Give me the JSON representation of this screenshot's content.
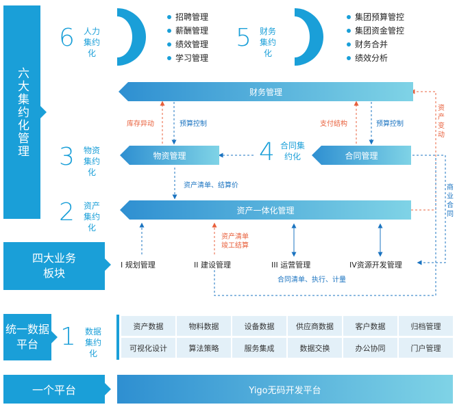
{
  "six": {
    "title": "六大集约化管理",
    "items": [
      {
        "num": "6",
        "label": "人力集约化",
        "subs": [
          "招聘管理",
          "薪酬管理",
          "绩效管理",
          "学习管理"
        ]
      },
      {
        "num": "5",
        "label": "财务集约化",
        "subs": [
          "集团预算管控",
          "集团资金管控",
          "财务合并",
          "绩效分析"
        ]
      },
      {
        "num": "3",
        "label": "物资集约化"
      },
      {
        "num": "4",
        "label": "合同集约化"
      },
      {
        "num": "2",
        "label": "资产集约化"
      }
    ]
  },
  "bars": {
    "finance": "财务管理",
    "materials": "物资管理",
    "contract": "合同管理",
    "asset": "资产一体化管理"
  },
  "flows": {
    "inventory_change": "库存异动",
    "budget_control_left": "预算控制",
    "payment_settlement": "支付结构",
    "budget_control_right": "预算控制",
    "asset_change": "资产变动",
    "asset_list_settlement": "资产清单、结算价",
    "asset_list_completion_1": "资产清单",
    "asset_list_completion_2": "竣工结算",
    "business_contract": "商业合同",
    "contract_list_exec": "合同清单、执行、计量"
  },
  "business": {
    "title": "四大业务板块",
    "items": [
      "I 规划管理",
      "II 建设管理",
      "III 运营管理",
      "IV资源开发管理"
    ]
  },
  "unified": {
    "title": "统一数据平台",
    "num": "1",
    "label": "数据集约化",
    "row1": [
      "资产数据",
      "物料数据",
      "设备数据",
      "供应商数据",
      "客户数据",
      "归档管理"
    ],
    "row2": [
      "可视化设计",
      "算法策略",
      "服务集成",
      "数据交换",
      "办公协同",
      "门户管理"
    ]
  },
  "platform": {
    "title": "一个平台",
    "bar": "Yigo无码开发平台"
  },
  "colors": {
    "accent": "#1a9fd8",
    "flow_red": "#e8603c",
    "flow_blue": "#1a73c0",
    "cell_bg": "#e3f0f8"
  }
}
